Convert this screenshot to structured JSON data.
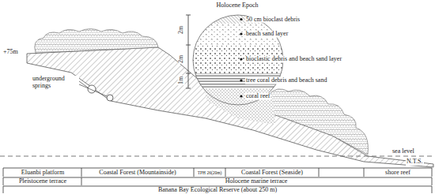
{
  "diagram": {
    "labels": [
      "Holocene Epoch",
      "2m",
      "2m",
      "1m",
      "50 cm bioclast debris",
      "beach sand layer",
      "bioclastic debris and beach sand layer",
      "tree coral debris and beach sand",
      "coral reef",
      "+75m",
      "underground springs",
      "sea level",
      "N.T.S.",
      "Eluanbi platform",
      "Coastal Forest (Mountainside)",
      "TPH 26(20m)",
      "Coastal Forest (Seaside)",
      "shore reef",
      "Pleistocene terrace",
      "Holocene marine terrace",
      "Banana Bay Ecological Reserve (about 250 m)"
    ]
  }
}
